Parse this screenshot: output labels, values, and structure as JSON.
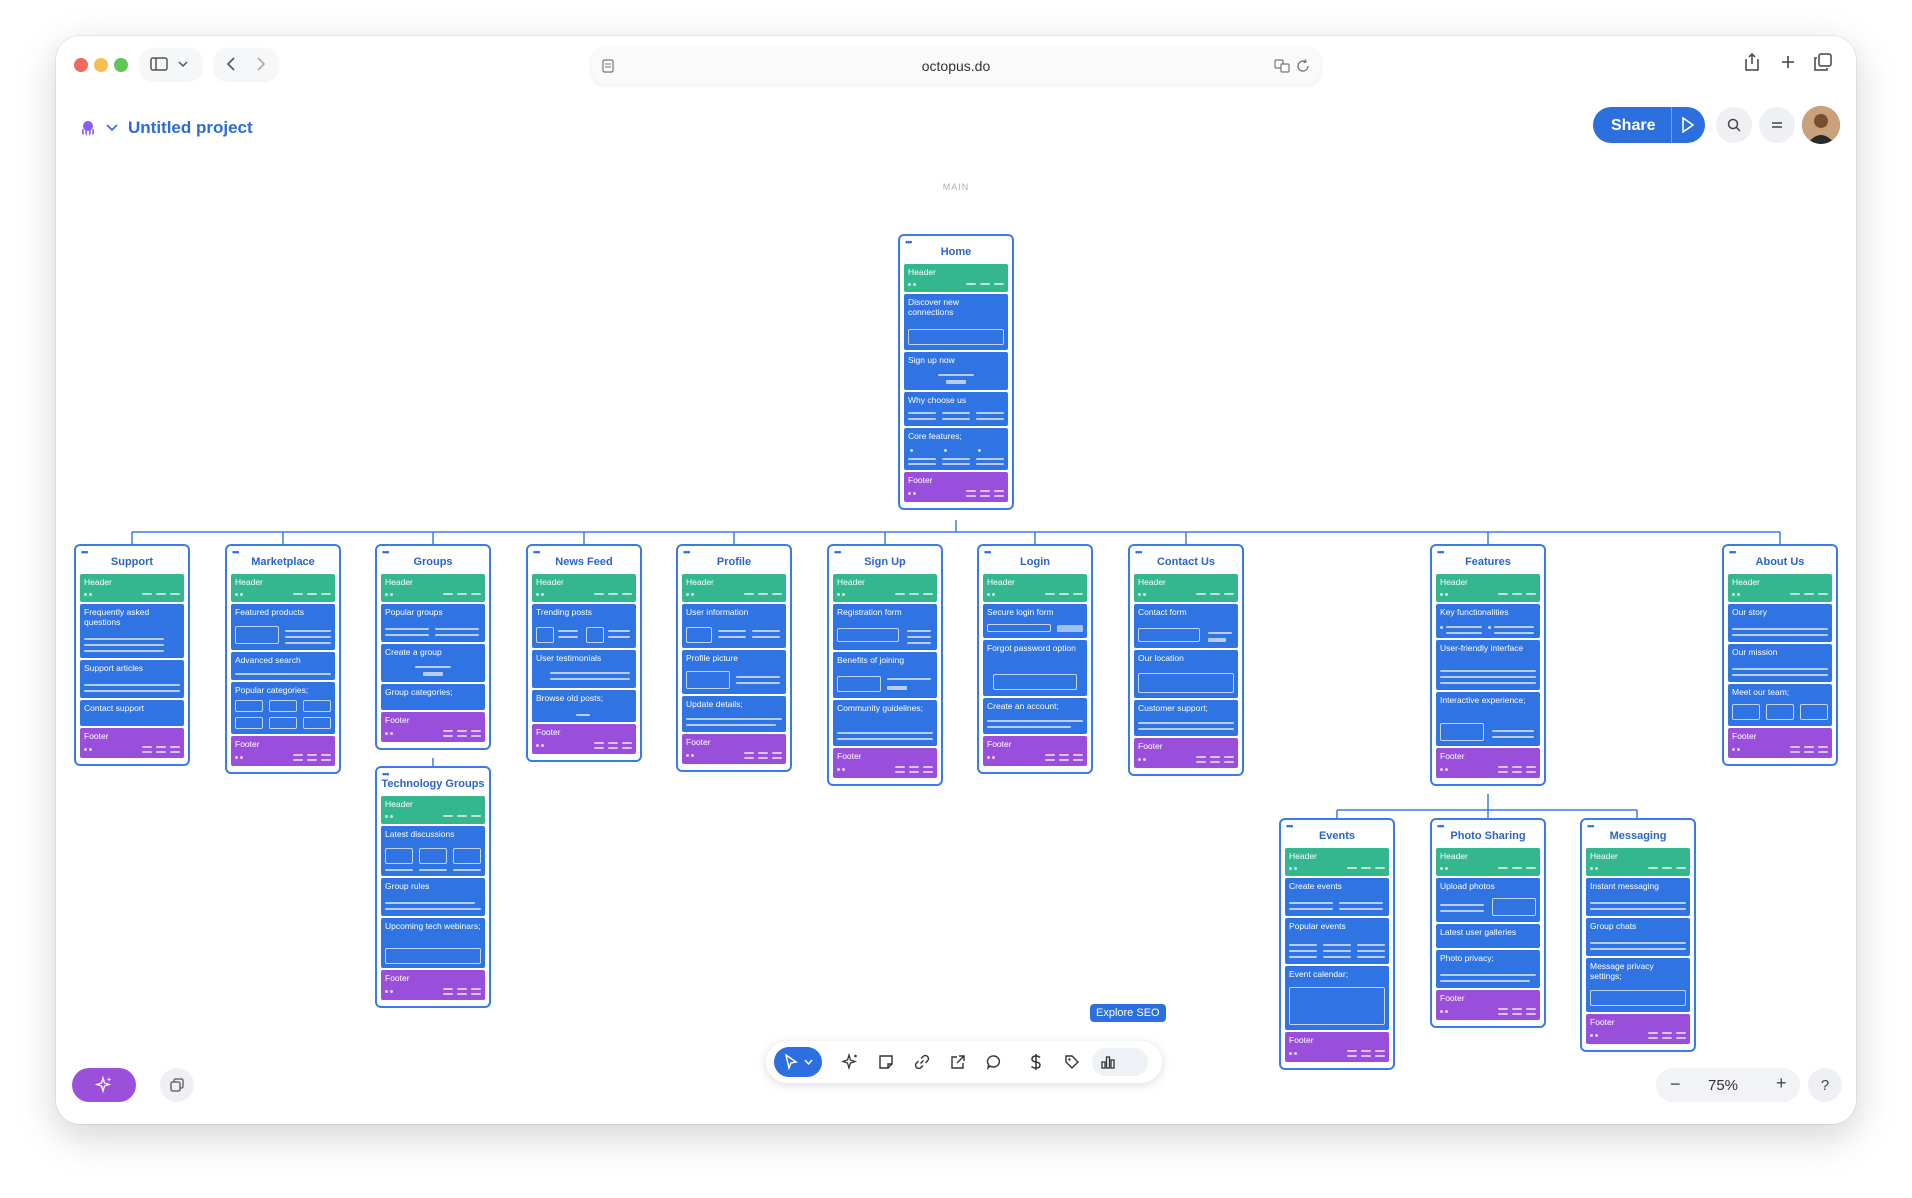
{
  "browser": {
    "url": "octopus.do",
    "colors": {
      "close": "#ed6a5e",
      "minimize": "#f5bf4f",
      "maximize": "#61c554"
    },
    "icons": [
      "sidebar-icon",
      "chevron-down-icon",
      "back-icon",
      "forward-icon",
      "page-icon",
      "translate-icon",
      "reload-icon",
      "share-icon",
      "new-tab-icon",
      "tabs-icon"
    ]
  },
  "project": {
    "title": "Untitled project",
    "share_label": "Share"
  },
  "canvas": {
    "section_label": "MAIN",
    "accent": "#2c6fdf",
    "header_color": "#34b68f",
    "block_color": "#2f74e2",
    "footer_color": "#9a4fdc"
  },
  "cards": {
    "home": {
      "title": "Home",
      "sections": [
        "Header",
        "Discover new connections",
        "Sign up now",
        "Why choose us",
        "Core features;",
        "Footer"
      ]
    },
    "support": {
      "title": "Support",
      "sections": [
        "Header",
        "Frequently asked questions",
        "Support articles",
        "Contact support",
        "Footer"
      ]
    },
    "marketplace": {
      "title": "Marketplace",
      "sections": [
        "Header",
        "Featured products",
        "Advanced search",
        "Popular categories;",
        "Footer"
      ]
    },
    "groups": {
      "title": "Groups",
      "sections": [
        "Header",
        "Popular groups",
        "Create a group",
        "Group categories;",
        "Footer"
      ]
    },
    "tech": {
      "title": "Technology Groups",
      "sections": [
        "Header",
        "Latest discussions",
        "Group rules",
        "Upcoming tech webinars;",
        "Footer"
      ]
    },
    "news": {
      "title": "News Feed",
      "sections": [
        "Header",
        "Trending posts",
        "User testimonials",
        "Browse old posts;",
        "Footer"
      ]
    },
    "profile": {
      "title": "Profile",
      "sections": [
        "Header",
        "User information",
        "Profile picture",
        "Update details;",
        "Footer"
      ]
    },
    "signup": {
      "title": "Sign Up",
      "sections": [
        "Header",
        "Registration form",
        "Benefits of joining",
        "Community guidelines;",
        "Footer"
      ]
    },
    "login": {
      "title": "Login",
      "sections": [
        "Header",
        "Secure login form",
        "Forgot password option",
        "Create an account;",
        "Footer"
      ]
    },
    "contact": {
      "title": "Contact Us",
      "sections": [
        "Header",
        "Contact form",
        "Our location",
        "Customer support;",
        "Footer"
      ]
    },
    "features": {
      "title": "Features",
      "sections": [
        "Header",
        "Key functionalities",
        "User-friendly interface",
        "Interactive experience;",
        "Footer"
      ]
    },
    "about": {
      "title": "About Us",
      "sections": [
        "Header",
        "Our story",
        "Our mission",
        "Meet our team;",
        "Footer"
      ]
    },
    "events": {
      "title": "Events",
      "sections": [
        "Header",
        "Create events",
        "Popular events",
        "Event calendar;",
        "Footer"
      ]
    },
    "photo": {
      "title": "Photo Sharing",
      "sections": [
        "Header",
        "Upload photos",
        "Latest user galleries",
        "Photo privacy;",
        "Footer"
      ]
    },
    "messaging": {
      "title": "Messaging",
      "sections": [
        "Header",
        "Instant messaging",
        "Group chats",
        "Message privacy settings;",
        "Footer"
      ]
    }
  },
  "toolbar": {
    "tooltip": "Explore SEO",
    "tools": [
      "select-tool",
      "ai-tool",
      "note-tool",
      "link-tool",
      "export-tool",
      "comment-tool",
      "pricing-tool",
      "tag-tool",
      "seo-tool"
    ]
  },
  "zoom": {
    "level": "75%",
    "minus": "−",
    "plus": "+"
  },
  "help": "?"
}
